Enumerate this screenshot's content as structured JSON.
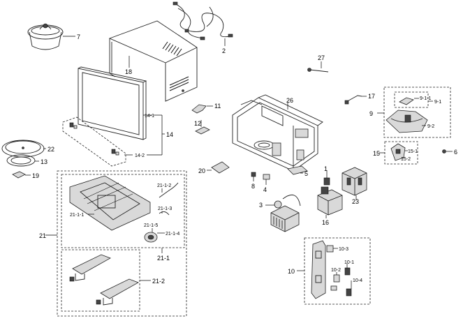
{
  "callouts": {
    "c7": "7",
    "c2": "2",
    "c18": "18",
    "c27": "27",
    "c26": "26",
    "c17": "17",
    "c9_1_1": "9-1-1",
    "c9_1": "9-1",
    "c9": "9",
    "c9_2": "9-2",
    "c14_1": "14-1",
    "c14": "14",
    "c14_2": "14-2",
    "c11": "11",
    "c12": "12",
    "c22": "22",
    "c13": "13",
    "c19": "19",
    "c15": "15",
    "c15_1": "15-1",
    "c15_2": "15-2",
    "c6": "6",
    "c20": "20",
    "c8": "8",
    "c4": "4",
    "c5": "5",
    "c1": "1",
    "c23": "23",
    "c3": "3",
    "c16": "16",
    "c21": "21",
    "c21_1_2": "21-1-2",
    "c21_1_1": "21-1-1",
    "c21_1_3": "21-1-3",
    "c21_1_5": "21-1-5",
    "c21_1_4": "21-1-4",
    "c21_1": "21-1",
    "c21_2": "21-2",
    "c10": "10",
    "c10_3": "10-3",
    "c10_1": "10-1",
    "c10_2": "10-2",
    "c10_4": "10-4"
  },
  "colors": {
    "line": "#222222",
    "fill_light": "#d9d9d9",
    "fill_dark": "#444444",
    "background": "#ffffff"
  }
}
